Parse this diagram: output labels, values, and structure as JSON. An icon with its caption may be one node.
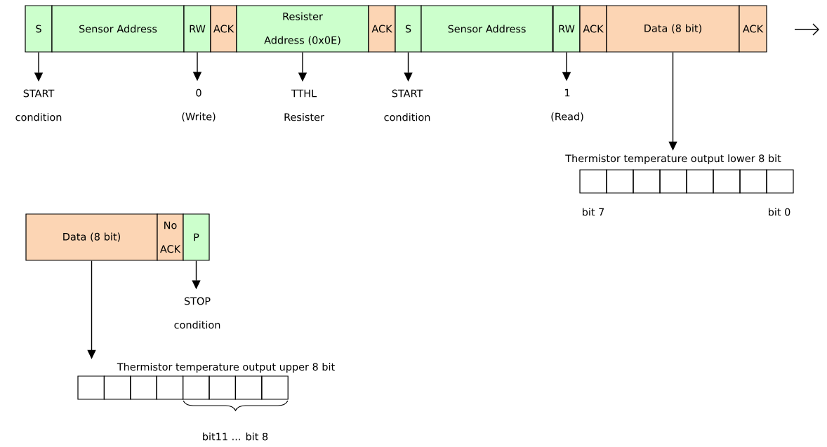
{
  "diagram": {
    "nodes": [
      {
        "text": [
          "S"
        ]
      },
      {
        "text": [
          "Sensor Address"
        ]
      },
      {
        "text": [
          "RW"
        ]
      },
      {
        "text": [
          "ACK"
        ]
      },
      {
        "text": [
          "Resister Address (0x0E)"
        ]
      },
      {
        "text": [
          "ACK"
        ]
      },
      {
        "text": [
          "S"
        ]
      },
      {
        "text": [
          "Sensor Address"
        ]
      },
      {
        "text": [
          "RW"
        ]
      },
      {
        "text": [
          "ACK"
        ]
      },
      {
        "text": [
          "Data (8 bit)"
        ]
      },
      {
        "text": [
          "ACK"
        ]
      },
      {
        "text": [
          "START condition"
        ]
      },
      {
        "text": [
          "0 (Write)"
        ]
      },
      {
        "text": [
          "TTHL Resister"
        ]
      },
      {
        "text": [
          "START condition"
        ]
      },
      {
        "text": [
          "1 (Read)"
        ]
      },
      {
        "text": [
          "Thermistor temperature output lower 8 bit"
        ]
      },
      {
        "text": [
          "Data (8 bit)"
        ]
      },
      {
        "text": [
          "No ACK"
        ]
      },
      {
        "text": [
          "P"
        ]
      },
      {
        "text": [
          "STOP condition"
        ]
      },
      {
        "text": [
          "Thermistor temperature output upper 8 bit"
        ]
      }
    ],
    "edges": [
      {
        "from": 0,
        "to": 12,
        "arrow": "to"
      },
      {
        "from": 2,
        "to": 13,
        "arrow": "to"
      },
      {
        "from": 4,
        "to": 14,
        "arrow": "to"
      },
      {
        "from": 6,
        "to": 15,
        "arrow": "to"
      },
      {
        "from": 8,
        "to": 16,
        "arrow": "to"
      },
      {
        "from": 10,
        "to": 17,
        "arrow": "to"
      },
      {
        "from": 20,
        "to": 21,
        "arrow": "to"
      },
      {
        "from": 18,
        "to": 22,
        "arrow": "to"
      }
    ],
    "labels": [
      "bit 7",
      "bit 0",
      "bit11 ... bit 8"
    ]
  }
}
